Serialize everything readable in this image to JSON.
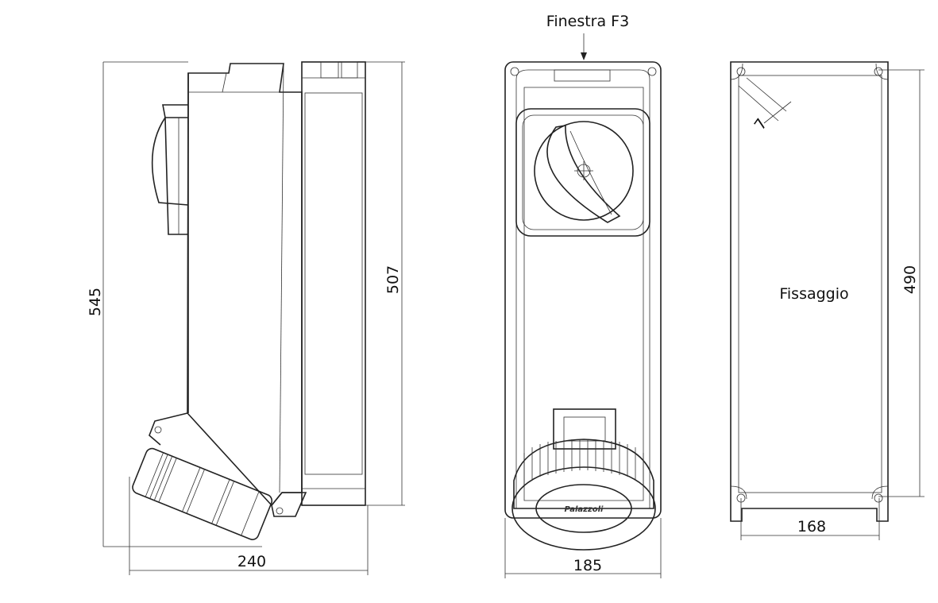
{
  "title": "Finestra F3",
  "side_view": {
    "height_label": "545",
    "back_height_label": "507",
    "depth_label": "240"
  },
  "front_view": {
    "width_label": "185",
    "logo_text": "Palazzoli"
  },
  "mounting_view": {
    "label": "Fissaggio",
    "height_label": "490",
    "width_label": "168",
    "hole_label": "7"
  }
}
